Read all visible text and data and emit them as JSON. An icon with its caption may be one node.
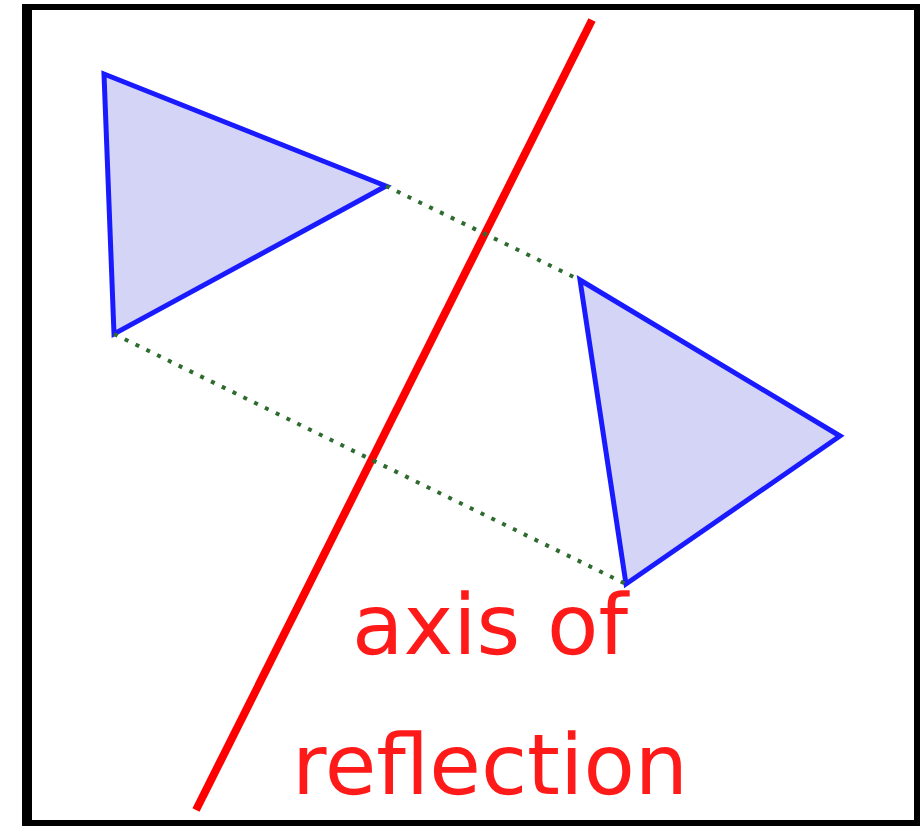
{
  "diagram": {
    "nodes": [
      {
        "text": [],
        "shape": "triangle"
      },
      {
        "text": [],
        "shape": "triangle"
      }
    ],
    "edges": [
      {
        "from": 0,
        "to": 1,
        "arrow": "none",
        "style": "dashed"
      },
      {
        "from": 0,
        "to": 1,
        "arrow": "none",
        "style": "dashed"
      }
    ],
    "labels": [
      "axis of reflection"
    ]
  }
}
